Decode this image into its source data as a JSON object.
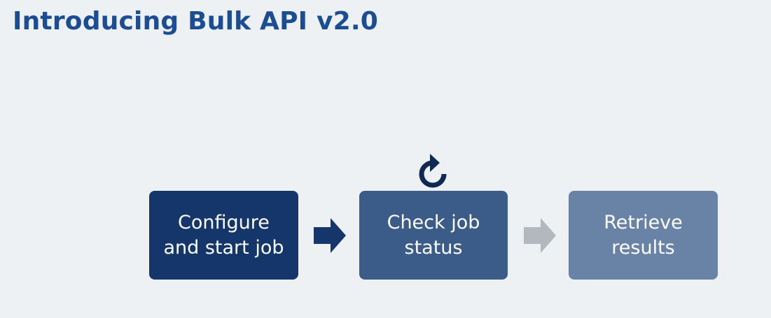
{
  "title": "Introducing Bulk API v2.0",
  "steps": [
    {
      "label": "Configure\nand start job"
    },
    {
      "label": "Check job\nstatus"
    },
    {
      "label": "Retrieve\nresults"
    }
  ],
  "icons": {
    "refresh": "refresh-icon",
    "arrow": "arrow-right-icon"
  },
  "colors": {
    "background": "#eef1f4",
    "title": "#1b4d95",
    "step_1": "#14366b",
    "step_2": "#3b5b88",
    "step_3": "#6983a6",
    "arrow_active": "#14366b",
    "arrow_inactive": "#b3b8bf",
    "refresh_icon": "#0e2a52"
  }
}
